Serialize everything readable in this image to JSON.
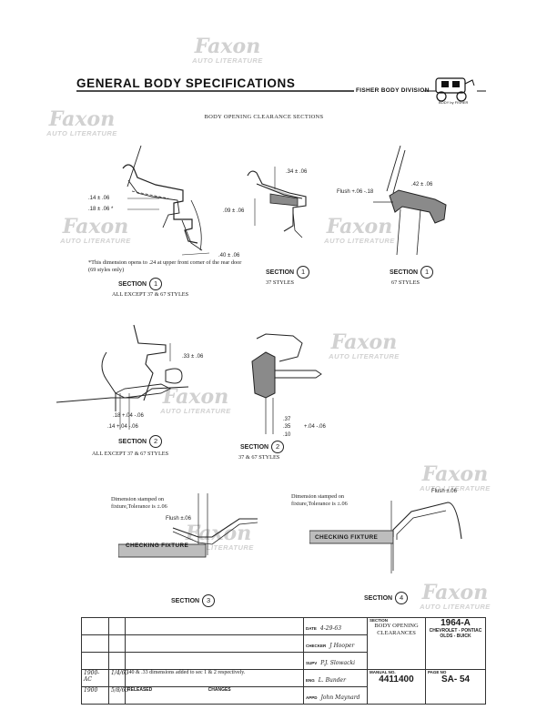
{
  "header": {
    "title": "GENERAL BODY SPECIFICATIONS",
    "division": "FISHER BODY DIVISION",
    "logo_text": "BODY by FISHER"
  },
  "subtitle": "BODY OPENING CLEARANCE SECTIONS",
  "watermark": {
    "line1": "Faxon",
    "line2": "AUTO LITERATURE"
  },
  "sections": {
    "s1a": {
      "label": "SECTION",
      "num": "1",
      "styles": "ALL EXCEPT 37 & 67 STYLES",
      "dims": [
        ".14 ± .06",
        ".18 ± .06 *",
        ".40 ± .06"
      ],
      "note": "*This dimension opens to .24 at upper front corner of the rear door (69 styles only)"
    },
    "s1b": {
      "label": "SECTION",
      "num": "1",
      "styles": "37 STYLES",
      "dims": [
        ".34 ± .06",
        ".09 ± .06"
      ]
    },
    "s1c": {
      "label": "SECTION",
      "num": "1",
      "styles": "67 STYLES",
      "dims": [
        "Flush +.06 -.18",
        ".42 ± .06"
      ]
    },
    "s2a": {
      "label": "SECTION",
      "num": "2",
      "styles": "ALL EXCEPT 37 & 67 STYLES",
      "dims": [
        ".33 ± .06",
        ".18 +.04 -.06",
        ".14 +.04 -.06"
      ]
    },
    "s2b": {
      "label": "SECTION",
      "num": "2",
      "styles": "37 & 67 STYLES",
      "dims": [
        ".37",
        ".35",
        ".10",
        "+.04 -.06"
      ]
    },
    "s3": {
      "label": "SECTION",
      "num": "3",
      "note": "Dimension stamped on fixture,Tolerance is ±.06",
      "flush": "Flush ±.06",
      "fixture": "CHECKING FIXTURE"
    },
    "s4": {
      "label": "SECTION",
      "num": "4",
      "note": "Dimension stamped on fixture,Tolerance is ±.06",
      "flush": "Flush ±.06",
      "fixture": "CHECKING FIXTURE"
    }
  },
  "title_block": {
    "date_label": "DATE",
    "date": "4-29-63",
    "checker_label": "CHECKER",
    "checker": "J Hooper",
    "supv_label": "SUPV",
    "supv": "P.J. Slowacki",
    "eng_label": "ENG",
    "eng": "L. Bunder",
    "appd_label": "APPD",
    "appd": "John Maynard",
    "section_label": "SECTION",
    "section": "BODY OPENING CLEARANCES",
    "manual_label": "MANUAL NO.",
    "manual_no": "4411400",
    "year": "1964-A",
    "makes": "CHEVROLET - PONTIAC OLDS - BUICK",
    "page_label": "PAGE NO",
    "page_no": "SA- 54",
    "change_row": {
      "ref": "1900-AC",
      "date": "1/4/63",
      "text": ".40 & .33 dimensions added to sec 1 & 2 respectively."
    },
    "released_row": {
      "ref": "1900",
      "date": "5/8/63",
      "text": "RELEASED"
    },
    "changes_label": "CHANGES"
  }
}
